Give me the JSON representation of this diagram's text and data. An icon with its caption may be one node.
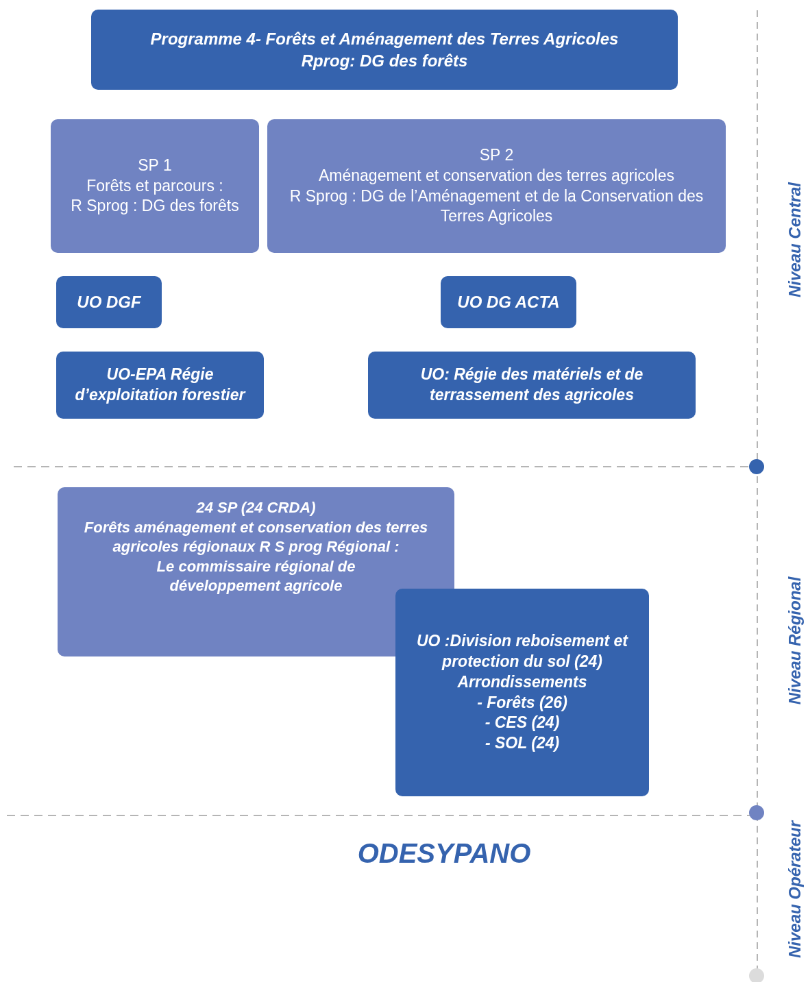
{
  "diagram": {
    "nodes": [
      {
        "text": [
          "Programme 4- Forêts et Aménagement des Terres Agricoles",
          "Rprog: DG des forêts"
        ]
      },
      {
        "text": [
          "SP 1",
          "Forêts et parcours :",
          "R Sprog : DG des forêts"
        ]
      },
      {
        "text": [
          "SP 2",
          "Aménagement et conservation des terres agricoles",
          "R Sprog : DG de l’Aménagement et de la Conservation des Terres Agricoles"
        ]
      },
      {
        "text": [
          "UO DGF"
        ]
      },
      {
        "text": [
          "UO DG ACTA"
        ]
      },
      {
        "text": [
          "UO-EPA Régie d’exploitation forestier"
        ]
      },
      {
        "text": [
          "UO: Régie des matériels et de terrassement des agricoles"
        ]
      },
      {
        "text": [
          "24 SP (24 CRDA)",
          "Forêts aménagement et conservation des terres agricoles régionaux R S prog Régional :",
          "Le commissaire régional de développement agricole"
        ]
      },
      {
        "text": [
          "UO :Division reboisement et protection du sol (24)",
          "Arrondissements",
          "- Forêts (26)",
          "- CES (24)",
          "- SOL (24)"
        ]
      }
    ],
    "labels": [
      "ODESYPANO",
      "Niveau Central",
      "Niveau Régional",
      "Niveau Opérateur"
    ]
  }
}
